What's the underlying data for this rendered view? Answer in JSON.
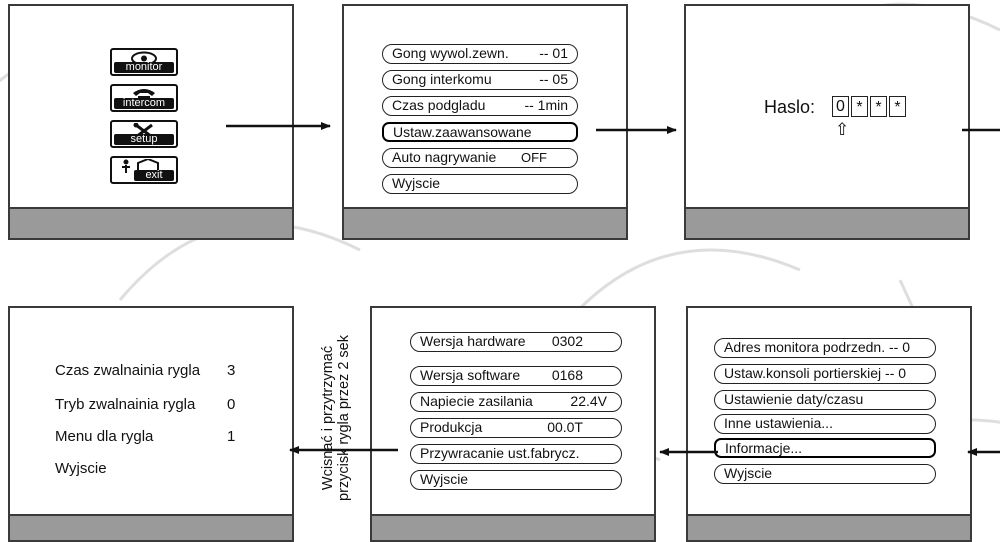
{
  "main_menu": {
    "icons": [
      {
        "label": "monitor",
        "icon": "eye-icon"
      },
      {
        "label": "intercom",
        "icon": "telephone-icon"
      },
      {
        "label": "setup",
        "icon": "tools-icon"
      },
      {
        "label": "exit",
        "icon": "exit-door-icon"
      }
    ]
  },
  "setup_menu": {
    "items": [
      {
        "label": "Gong wywol.zewn.",
        "value": "-- 01"
      },
      {
        "label": "Gong interkomu",
        "value": "-- 05"
      },
      {
        "label": "Czas podgladu",
        "value": "-- 1min"
      },
      {
        "label": "Ustaw.zaawansowane",
        "value": ""
      },
      {
        "label": "Auto nagrywanie",
        "value": "OFF"
      },
      {
        "label": "Wyjscie",
        "value": ""
      }
    ]
  },
  "password": {
    "label": "Haslo:",
    "digits": [
      "0",
      "*",
      "*",
      "*"
    ],
    "cursor_glyph": "⇧"
  },
  "advanced_menu": {
    "items": [
      {
        "label": "Adres monitora podrzedn. -- 0"
      },
      {
        "label": "Ustaw.konsoli portierskiej  -- 0"
      },
      {
        "label": "Ustawienie daty/czasu"
      },
      {
        "label": "Inne ustawienia..."
      },
      {
        "label": "Informacje..."
      },
      {
        "label": "Wyjscie"
      }
    ]
  },
  "info_menu": {
    "items": [
      {
        "label": "Wersja hardware",
        "value": "0302"
      },
      {
        "label": "Wersja software",
        "value": "0168"
      },
      {
        "label": "Napiecie zasilania",
        "value": "22.4V"
      },
      {
        "label": "Produkcja",
        "value": "00.0T"
      },
      {
        "label": "Przywracanie ust.fabrycz.",
        "value": ""
      },
      {
        "label": "Wyjscie",
        "value": ""
      }
    ]
  },
  "lock_menu": {
    "items": [
      {
        "label": "Czas zwalnainia rygla",
        "value": "3"
      },
      {
        "label": "Tryb zwalnainia rygla",
        "value": "0"
      },
      {
        "label": "Menu dla rygla",
        "value": "1"
      },
      {
        "label": "Wyjscie",
        "value": ""
      }
    ]
  },
  "instruction": {
    "line1": "Wcisnać i przytrzymać",
    "line2": "przycisk rygla przez 2 sek"
  }
}
